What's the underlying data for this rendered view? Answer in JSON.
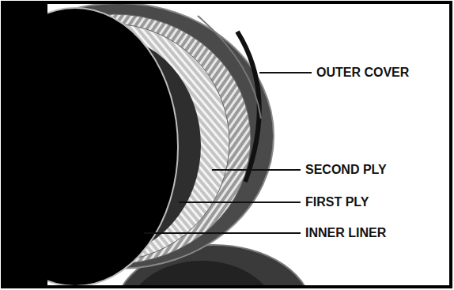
{
  "diagram": {
    "labels": [
      "OUTER COVER",
      "SECOND PLY",
      "FIRST PLY",
      "INNER LINER"
    ]
  }
}
